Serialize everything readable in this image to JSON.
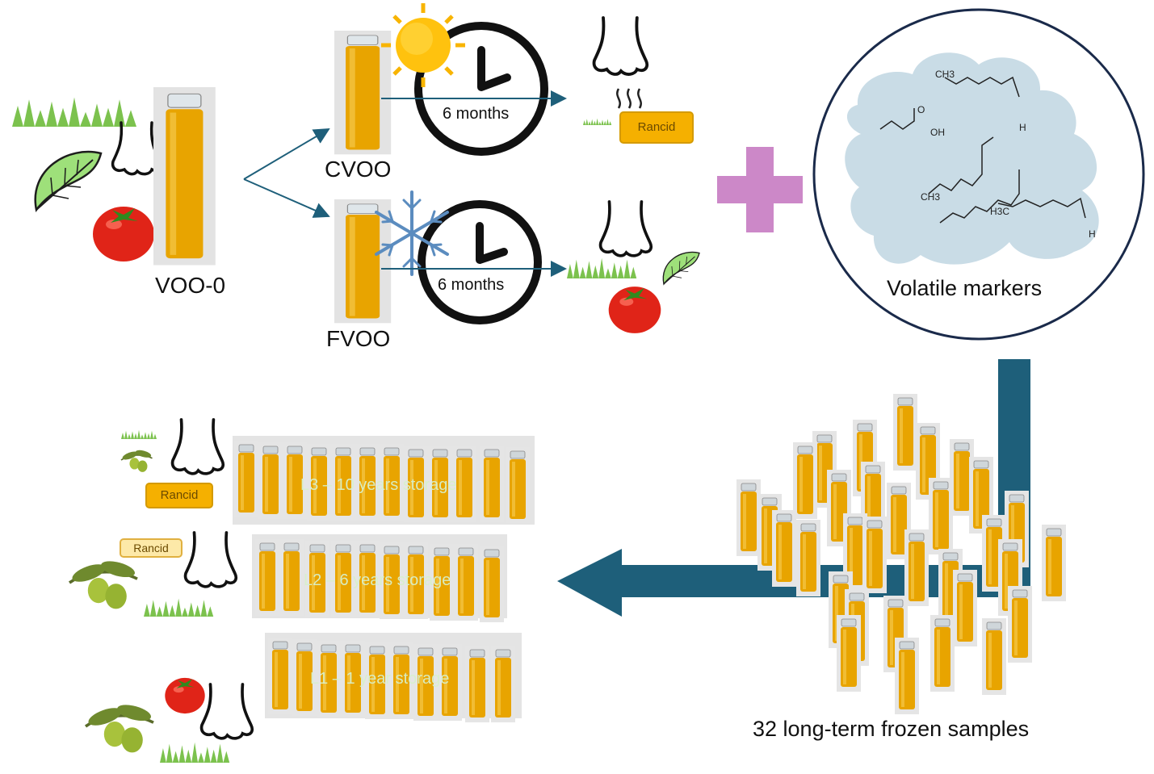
{
  "labels": {
    "voo0": "VOO-0",
    "cvoo": "CVOO",
    "fvoo": "FVOO",
    "months_top": "6 months",
    "months_bottom": "6 months",
    "rancid_top": "Rancid",
    "rancid_l3": "Rancid",
    "rancid_l2": "Rancid",
    "volatile": "Volatile markers",
    "frozen": "32 long-term frozen samples",
    "l3": "L3 – 10 years storage",
    "l2": "L2 – 6 years storage",
    "l1": "L1 – 1 year storage"
  },
  "molecule_labels": {
    "ch3_top": "CH3",
    "oh": "OH",
    "o1": "O",
    "h1": "H",
    "ch3_mid": "CH3",
    "h3c": "H3C",
    "h2": "H"
  },
  "colors": {
    "oil": "#e8a400",
    "arrow": "#1e5f7a",
    "plus": "#cc88c8",
    "cloud": "#c9dce6",
    "grass": "#7cc24e",
    "tomato": "#e02418",
    "rancid": "#f5b000"
  },
  "icons": [
    "grass-icon",
    "leaf-icon",
    "tomato-icon",
    "nose-icon",
    "sun-icon",
    "snowflake-icon",
    "clock-icon",
    "olive-icon",
    "jar-icon",
    "plus-icon",
    "cloud-icon"
  ]
}
